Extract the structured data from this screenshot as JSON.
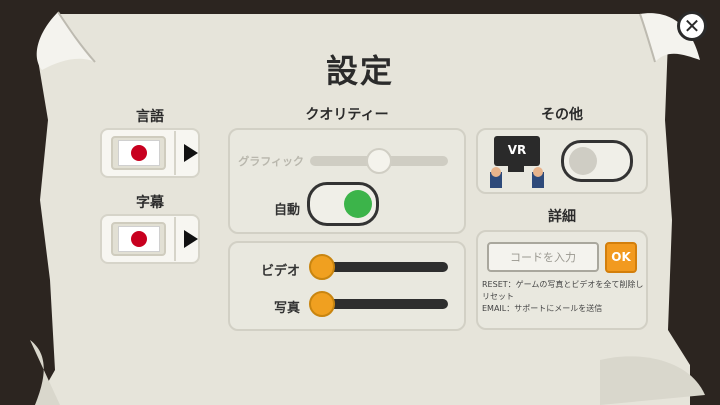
{
  "title": "設定",
  "language": {
    "label": "言語",
    "flag_icon": "japan-flag-icon",
    "next_icon": "play-arrow-icon"
  },
  "subtitles": {
    "label": "字幕",
    "flag_icon": "japan-flag-icon",
    "next_icon": "play-arrow-icon"
  },
  "quality": {
    "label": "クオリティー",
    "graphics_label": "グラフィック",
    "graphics_level": 0.5,
    "graphics_enabled": false,
    "auto_label": "自動",
    "auto_on": true
  },
  "media": {
    "video_label": "ビデオ",
    "video_level": 0.0,
    "photo_label": "写真",
    "photo_level": 0.0
  },
  "other": {
    "label": "その他",
    "vr_label": "VR",
    "vr_on": false
  },
  "details": {
    "label": "詳細",
    "code_placeholder": "コードを入力",
    "ok_label": "OK",
    "reset_note": "RESET：ゲームの写真とビデオを全て削除しリセット",
    "email_note": "EMAIL：サポートにメールを送信"
  },
  "colors": {
    "accent_orange": "#f29a1f",
    "toggle_on": "#3cb44a",
    "flag_red": "#c8001f",
    "panel_bg": "#ebeae2"
  }
}
